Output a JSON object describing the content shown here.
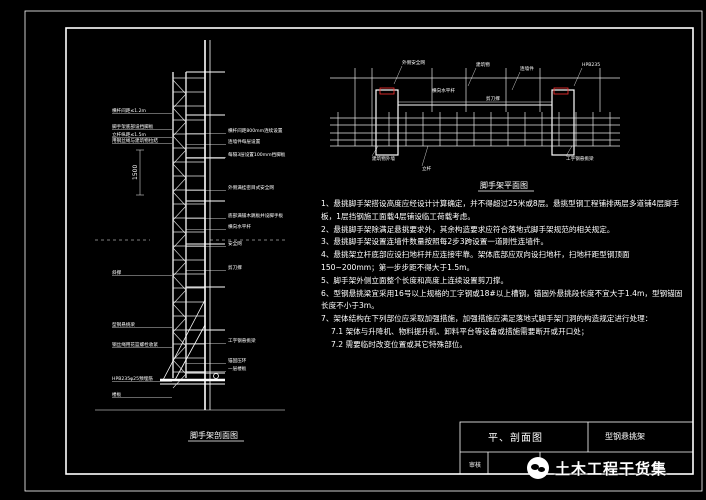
{
  "colors": {
    "background": "#000000",
    "frame": "#ffffff",
    "steel": "#ffffff",
    "scaffold": "#e6e6e6",
    "dim": "#d0d0d0",
    "accent": "#ff3030",
    "note_text": "#ffffff"
  },
  "section": {
    "caption": "脚手架剖面图",
    "dimension": "1500",
    "callouts_left": [
      "横杆间距≤1.2m",
      "脚手架底部设挡脚板",
      "立杆纵距≤1.5m",
      "用钢丝绳与建筑物拉结",
      "斜撑",
      "型钢悬挑梁",
      "钢丝绳用花篮螺栓收紧",
      "HPB235φ25预埋筋",
      "楼板"
    ],
    "callouts_right": [
      "横杆间距800mm连续设置",
      "连墙件每层设置",
      "每隔3层设置100mm挡脚板",
      "外侧满挂密目式安全网",
      "底部满铺木跳板并设脚手板",
      "横向水平杆",
      "安全网",
      "剪刀撑",
      "工字钢悬挑梁",
      "锚固压环",
      "一层楼板"
    ]
  },
  "plan": {
    "caption": "脚手架平面图",
    "labels_top": [
      "外侧安全网",
      "建筑物",
      "连墙件",
      "HPB235"
    ],
    "labels_bottom": [
      "建筑物外墙",
      "工字钢悬挑梁",
      "立杆"
    ],
    "labels_mid": [
      "横向水平杆",
      "剪刀撑"
    ]
  },
  "notes": [
    "1、悬挑脚手架搭设高度应经设计计算确定，并不得超过25米或8层。悬挑型钢工程铺排两层多道铺4层脚手板，1层挡钢施工面载4层铺设临工荷载考虑。",
    "2、悬挑脚手架除满足悬挑要求外，其余构造要求应符合落地式脚手架规范的相关规定。",
    "3、悬挑脚手架设置连墙件数量按照每2步3跨设置一道刚性连墙件。",
    "4、悬挑架立杆底部应设扫地杆并应连接牢靠。架体底部应双向设扫地杆，扫地杆距型钢顶面150~200mm；第一步步距不得大于1.5m。",
    "5、脚手架外侧立面整个长度和高度上连续设置剪刀撑。",
    "6、型钢悬挑梁宜采用16号以上规格的工字钢或18#以上槽钢，锚固外悬挑段长度不宜大于1.4m，型钢锚固长度不小于3m。",
    "7、架体结构在下列部位应采取加强措施，加强措施应满足落地式脚手架门洞的构造规定进行处理：",
    "7.1 架体与升降机、物料提升机、卸料平台等设备或措施需要断开或开口处；",
    "7.2 需要临时改变位置或其它特殊部位。"
  ],
  "title_block": {
    "title": "平、剖面图",
    "name": "型钢悬挑架",
    "audit": "审核"
  },
  "watermark": {
    "text": "土木工程干货集"
  }
}
